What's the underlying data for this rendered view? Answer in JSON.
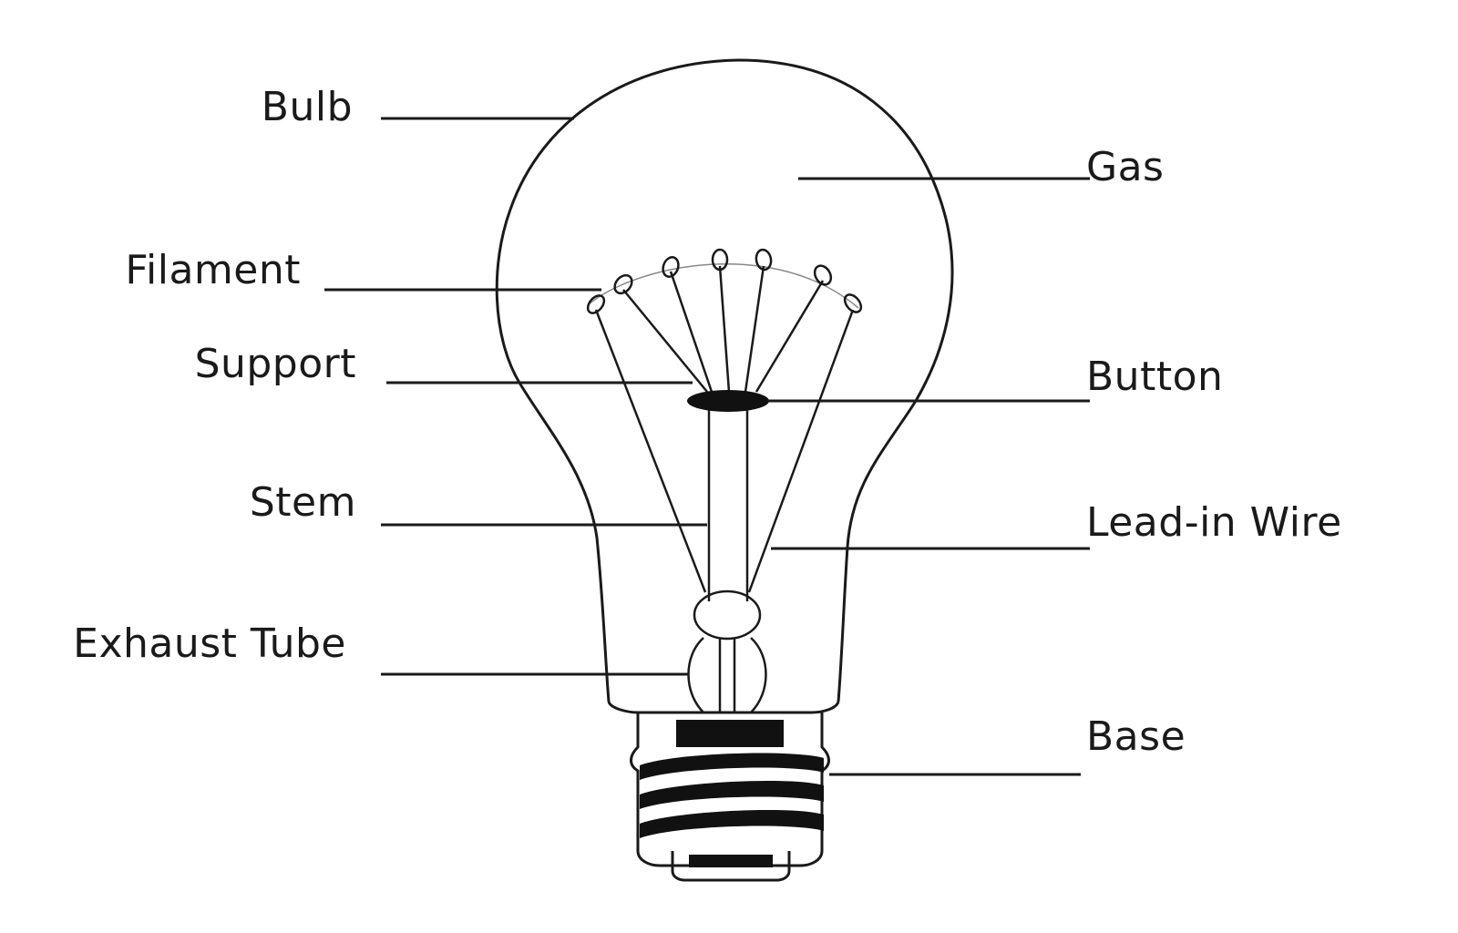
{
  "diagram": {
    "labels": {
      "bulb": "Bulb",
      "filament": "Filament",
      "support": "Support",
      "stem": "Stem",
      "exhaust_tube": "Exhaust Tube",
      "gas": "Gas",
      "button": "Button",
      "lead_in_wire": "Lead-in Wire",
      "base": "Base"
    },
    "line_color": "#1a1a1a",
    "background": "#ffffff"
  }
}
